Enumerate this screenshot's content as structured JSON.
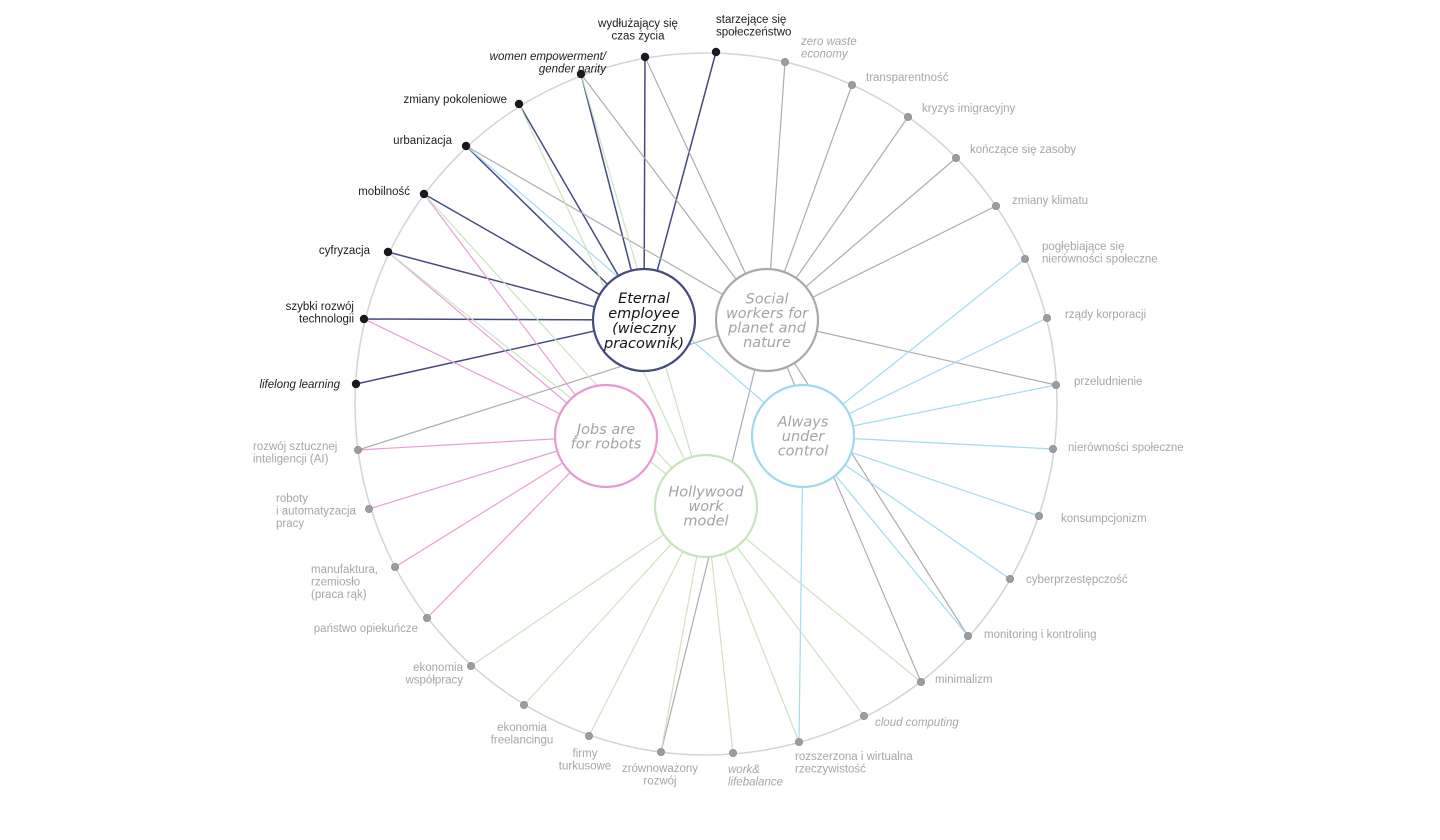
{
  "colors": {
    "ring": "#d4d4d6",
    "dark_text": "#1d1d22",
    "light_text": "#a6a6ab",
    "dot_dark": "#1a1a1e",
    "dot_light": "#9d9d9f"
  },
  "hubs": [
    {
      "id": "eternal",
      "lines": [
        {
          "text": "Eternal",
          "italic": true
        },
        {
          "text": "employee",
          "italic": true
        },
        {
          "text": "(wieczny",
          "italic": false
        },
        {
          "text": "pracownik)",
          "italic": false
        }
      ],
      "stroke": "#434b80",
      "text_color": "#14141a"
    },
    {
      "id": "social",
      "lines": [
        {
          "text": "Social",
          "italic": true
        },
        {
          "text": "workers for",
          "italic": true
        },
        {
          "text": "planet and",
          "italic": true
        },
        {
          "text": "nature",
          "italic": true
        }
      ],
      "stroke": "#a9a9ad",
      "text_color": "#a4a4a8"
    },
    {
      "id": "robots",
      "lines": [
        {
          "text": "Jobs are",
          "italic": true
        },
        {
          "text": "for robots",
          "italic": true
        }
      ],
      "stroke": "#e69ad2",
      "text_color": "#a4a4a8"
    },
    {
      "id": "always",
      "lines": [
        {
          "text": "Always",
          "italic": true
        },
        {
          "text": "under",
          "italic": true
        },
        {
          "text": "control",
          "italic": true
        }
      ],
      "stroke": "#9fd9ee",
      "text_color": "#a4a4a8"
    },
    {
      "id": "hollywood",
      "lines": [
        {
          "text": "Hollywood",
          "italic": true
        },
        {
          "text": "work",
          "italic": true
        },
        {
          "text": "model",
          "italic": true
        }
      ],
      "stroke": "#c8e3bd",
      "text_color": "#a4a4a8"
    }
  ],
  "trends": [
    {
      "id": "wydluzajacy",
      "lines": [
        "wydłużający się",
        "czas życia"
      ],
      "dark": true,
      "italic": false
    },
    {
      "id": "starzejace",
      "lines": [
        "starzejące się",
        "społeczeństwo"
      ],
      "dark": true,
      "italic": false
    },
    {
      "id": "zero-waste",
      "lines": [
        "zero waste",
        "economy"
      ],
      "dark": false,
      "italic": true
    },
    {
      "id": "transparentnosc",
      "lines": [
        "transparentność"
      ],
      "dark": false,
      "italic": false
    },
    {
      "id": "kryzys",
      "lines": [
        "kryzys imigracyjny"
      ],
      "dark": false,
      "italic": false
    },
    {
      "id": "konczace",
      "lines": [
        "kończące się zasoby"
      ],
      "dark": false,
      "italic": false
    },
    {
      "id": "klimat",
      "lines": [
        "zmiany klimatu"
      ],
      "dark": false,
      "italic": false
    },
    {
      "id": "poglebiajace",
      "lines": [
        "pogłębiające się",
        "nierówności społeczne"
      ],
      "dark": false,
      "italic": false
    },
    {
      "id": "korporacje",
      "lines": [
        "rządy korporacji"
      ],
      "dark": false,
      "italic": false
    },
    {
      "id": "przeludnienie",
      "lines": [
        "przeludnienie"
      ],
      "dark": false,
      "italic": false
    },
    {
      "id": "nierownosci",
      "lines": [
        "nierówności społeczne"
      ],
      "dark": false,
      "italic": false
    },
    {
      "id": "konsumpcjonizm",
      "lines": [
        "konsumpcjonizm"
      ],
      "dark": false,
      "italic": false
    },
    {
      "id": "cyber",
      "lines": [
        "cyberprzestępczość"
      ],
      "dark": false,
      "italic": false
    },
    {
      "id": "monitoring",
      "lines": [
        "monitoring i kontroling"
      ],
      "dark": false,
      "italic": false
    },
    {
      "id": "minimalizm",
      "lines": [
        "minimalizm"
      ],
      "dark": false,
      "italic": false
    },
    {
      "id": "cloud",
      "lines": [
        "cloud computing"
      ],
      "dark": false,
      "italic": true
    },
    {
      "id": "rozszerzona",
      "lines": [
        "rozszerzona i wirtualna",
        "rzeczywistość"
      ],
      "dark": false,
      "italic": false
    },
    {
      "id": "worklife",
      "lines": [
        "work&",
        "lifebalance"
      ],
      "dark": false,
      "italic": true
    },
    {
      "id": "zrownowazony",
      "lines": [
        "zrównoważony",
        "rozwój"
      ],
      "dark": false,
      "italic": false
    },
    {
      "id": "turkusowe",
      "lines": [
        "firmy",
        "turkusowe"
      ],
      "dark": false,
      "italic": false
    },
    {
      "id": "freelancing",
      "lines": [
        "ekonomia",
        "freelancingu"
      ],
      "dark": false,
      "italic": false
    },
    {
      "id": "wspolpraca",
      "lines": [
        "ekonomia",
        "współpracy"
      ],
      "dark": false,
      "italic": false
    },
    {
      "id": "opiekuncze",
      "lines": [
        "państwo opiekuńcze"
      ],
      "dark": false,
      "italic": false
    },
    {
      "id": "manufaktura",
      "lines": [
        "manufaktura,",
        "rzemiosło",
        "(praca rąk)"
      ],
      "dark": false,
      "italic": false
    },
    {
      "id": "roboty",
      "lines": [
        "roboty",
        "i automatyzacja",
        "pracy"
      ],
      "dark": false,
      "italic": false
    },
    {
      "id": "ai",
      "lines": [
        "rozwój sztucznej",
        "inteligencji (AI)"
      ],
      "dark": false,
      "italic": false
    },
    {
      "id": "lifelong",
      "lines": [
        "lifelong learning"
      ],
      "dark": true,
      "italic": true
    },
    {
      "id": "szybki",
      "lines": [
        "szybki rozwój",
        "technologii"
      ],
      "dark": true,
      "italic": false
    },
    {
      "id": "cyfryzacja",
      "lines": [
        "cyfryzacja"
      ],
      "dark": true,
      "italic": false
    },
    {
      "id": "mobilnosc",
      "lines": [
        "mobilność"
      ],
      "dark": true,
      "italic": false
    },
    {
      "id": "urbanizacja",
      "lines": [
        "urbanizacja"
      ],
      "dark": true,
      "italic": false
    },
    {
      "id": "pokoleniowe",
      "lines": [
        "zmiany pokoleniowe"
      ],
      "dark": true,
      "italic": false
    },
    {
      "id": "women",
      "lines": [
        "women empowerment/",
        "gender parity"
      ],
      "dark": true,
      "italic": true
    }
  ],
  "connections": [
    {
      "from": "starzejace",
      "to": "eternal"
    },
    {
      "from": "wydluzajacy",
      "to": "eternal"
    },
    {
      "from": "women",
      "to": "eternal"
    },
    {
      "from": "pokoleniowe",
      "to": "eternal"
    },
    {
      "from": "urbanizacja",
      "to": "eternal"
    },
    {
      "from": "mobilnosc",
      "to": "eternal"
    },
    {
      "from": "cyfryzacja",
      "to": "eternal"
    },
    {
      "from": "szybki",
      "to": "eternal"
    },
    {
      "from": "lifelong",
      "to": "eternal"
    },
    {
      "from": "women",
      "to": "social"
    },
    {
      "from": "wydluzajacy",
      "to": "social"
    },
    {
      "from": "urbanizacja",
      "to": "social"
    },
    {
      "from": "zero-waste",
      "to": "social"
    },
    {
      "from": "transparentnosc",
      "to": "social"
    },
    {
      "from": "kryzys",
      "to": "social"
    },
    {
      "from": "konczace",
      "to": "social"
    },
    {
      "from": "klimat",
      "to": "social"
    },
    {
      "from": "przeludnienie",
      "to": "social"
    },
    {
      "from": "ai",
      "to": "social"
    },
    {
      "from": "zrownowazony",
      "to": "social"
    },
    {
      "from": "minimalizm",
      "to": "social"
    },
    {
      "from": "monitoring",
      "to": "social"
    },
    {
      "from": "mobilnosc",
      "to": "robots"
    },
    {
      "from": "cyfryzacja",
      "to": "robots"
    },
    {
      "from": "szybki",
      "to": "robots"
    },
    {
      "from": "ai",
      "to": "robots"
    },
    {
      "from": "roboty",
      "to": "robots"
    },
    {
      "from": "manufaktura",
      "to": "robots"
    },
    {
      "from": "opiekuncze",
      "to": "robots"
    },
    {
      "from": "urbanizacja",
      "to": "always"
    },
    {
      "from": "poglebiajace",
      "to": "always"
    },
    {
      "from": "korporacje",
      "to": "always"
    },
    {
      "from": "przeludnienie",
      "to": "always"
    },
    {
      "from": "nierownosci",
      "to": "always"
    },
    {
      "from": "konsumpcjonizm",
      "to": "always"
    },
    {
      "from": "cyber",
      "to": "always"
    },
    {
      "from": "monitoring",
      "to": "always"
    },
    {
      "from": "rozszerzona",
      "to": "always"
    },
    {
      "from": "pokoleniowe",
      "to": "hollywood"
    },
    {
      "from": "women",
      "to": "hollywood"
    },
    {
      "from": "mobilnosc",
      "to": "hollywood"
    },
    {
      "from": "cyfryzacja",
      "to": "hollywood"
    },
    {
      "from": "wspolpraca",
      "to": "hollywood"
    },
    {
      "from": "freelancing",
      "to": "hollywood"
    },
    {
      "from": "turkusowe",
      "to": "hollywood"
    },
    {
      "from": "zrownowazony",
      "to": "hollywood"
    },
    {
      "from": "worklife",
      "to": "hollywood"
    },
    {
      "from": "rozszerzona",
      "to": "hollywood"
    },
    {
      "from": "cloud",
      "to": "hollywood"
    },
    {
      "from": "minimalizm",
      "to": "hollywood"
    }
  ]
}
